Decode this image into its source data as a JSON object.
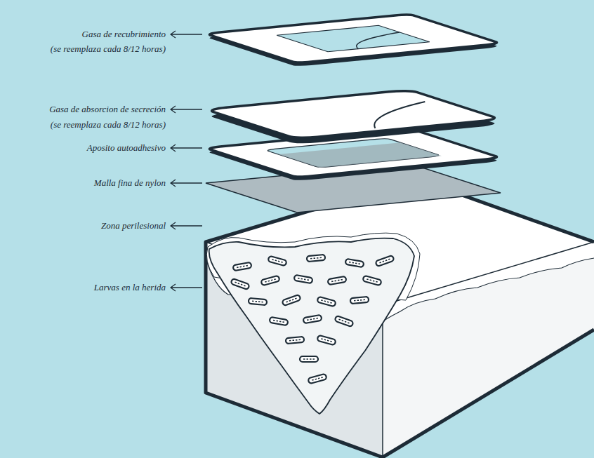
{
  "diagram": {
    "labels": [
      "Gasa de recubrimiento",
      "(se reemplaza cada 8/12 horas)",
      "Gasa de absorcion de secreción",
      "(se reemplaza cada 8/12 horas)",
      "Aposito autoadhesivo",
      "Malla fina de nylon",
      "Zona perilesional",
      "Larvas en la herida"
    ]
  }
}
